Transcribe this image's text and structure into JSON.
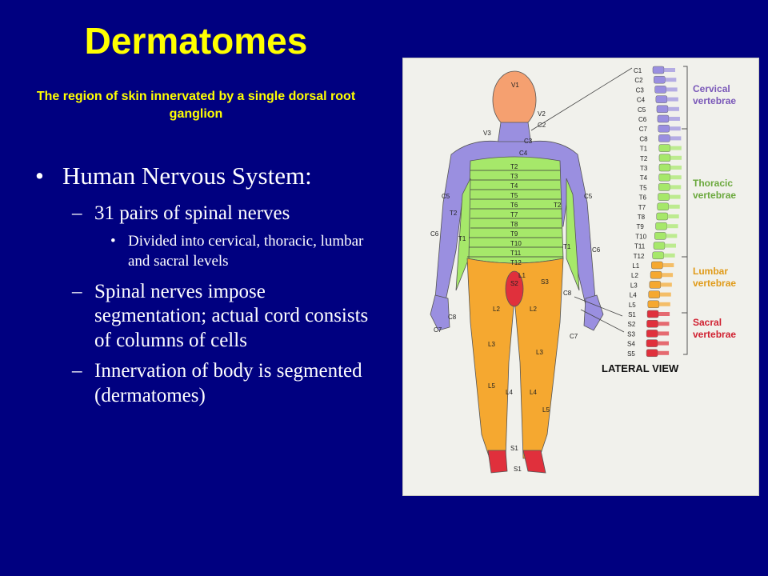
{
  "slide": {
    "title": "Dermatomes",
    "subtitle": "The region of skin innervated by a single dorsal root ganglion"
  },
  "bullets": {
    "level1": "Human Nervous System:",
    "items": [
      "31 pairs of spinal nerves",
      "Divided into cervical, thoracic, lumbar and sacral levels",
      "Spinal nerves impose segmentation;   actual cord consists of columns of cells",
      "Innervation of body is segmented (dermatomes)"
    ],
    "markers": {
      "dot": "•",
      "dash": "–"
    }
  },
  "figure": {
    "regions": {
      "cervical_1": "Cervical",
      "cervical_2": "vertebrae",
      "thoracic_1": "Thoracic",
      "thoracic_2": "vertebrae",
      "lumbar_1": "Lumbar",
      "lumbar_2": "vertebrae",
      "sacral_1": "Sacral",
      "sacral_2": "vertebrae"
    },
    "view_label": "LATERAL VIEW",
    "body_labels": {
      "v1": "V1",
      "v2": "V2",
      "v3": "V3",
      "c2": "C2",
      "c3": "C3",
      "c4": "C4",
      "c5_left": "C5",
      "c5_right": "C5",
      "c6_left": "C6",
      "c6_right": "C6",
      "c7_left": "C7",
      "c7_right": "C7",
      "c8_left": "C8",
      "c8_right": "C8",
      "t1_left": "T1",
      "t1_right": "T1",
      "t2_left": "T2",
      "t2_right": "T2",
      "l1": "L1",
      "l2_left": "L2",
      "l2_right": "L2",
      "l3_left": "L3",
      "l3_right": "L3",
      "l4_left": "L4",
      "l4_right": "L4",
      "l5_left": "L5",
      "l5_right": "L5",
      "s1_upper": "S1",
      "s1_lower": "S1",
      "s2": "S2",
      "s3": "S3"
    },
    "trunk_labels": [
      "T2",
      "T3",
      "T4",
      "T5",
      "T6",
      "T7",
      "T8",
      "T9",
      "T10",
      "T11",
      "T12"
    ],
    "spine_labels": [
      "C1",
      "C2",
      "C3",
      "C4",
      "C5",
      "C6",
      "C7",
      "C8",
      "T1",
      "T2",
      "T3",
      "T4",
      "T5",
      "T6",
      "T7",
      "T8",
      "T9",
      "T10",
      "T11",
      "T12",
      "L1",
      "L2",
      "L3",
      "L4",
      "L5",
      "S1",
      "S2",
      "S3",
      "S4",
      "S5"
    ],
    "colors": {
      "cervical": "#9a8fe0",
      "thoracic": "#a6e86a",
      "lumbar": "#f5a830",
      "sacral": "#e0303c",
      "head": "#f5a070"
    }
  }
}
